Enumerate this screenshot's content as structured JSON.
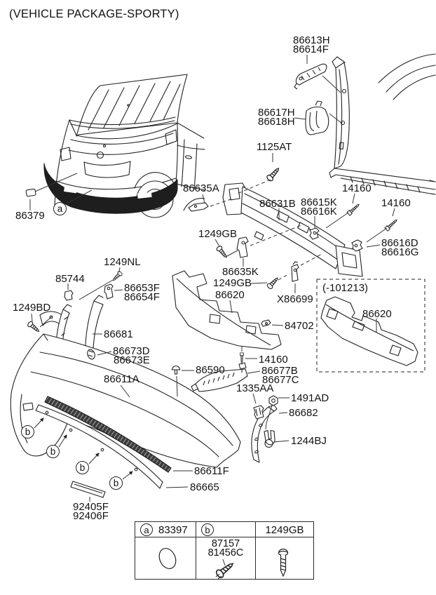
{
  "title": "(VEHICLE PACKAGE-SPORTY)",
  "callouts": {
    "c86613h": "86613H",
    "c86614f": "86614F",
    "c86617h": "86617H",
    "c86618h": "86618H",
    "c1125at": "1125AT",
    "c86635a": "86635A",
    "c86631b": "86631B",
    "c86615k": "86615K",
    "c86616k": "86616K",
    "c14160_1": "14160",
    "c14160_2": "14160",
    "c86616d": "86616D",
    "c86616g": "86616G",
    "c1249gb_1": "1249GB",
    "c86635k": "86635K",
    "c1249gb_2": "1249GB",
    "c86620": "86620",
    "cx86699": "X86699",
    "c84702": "84702",
    "c86379": "86379",
    "c1249nl": "1249NL",
    "c85744": "85744",
    "c86653f": "86653F",
    "c86654f": "86654F",
    "c1249bd": "1249BD",
    "c86681": "86681",
    "c86673d": "86673D",
    "c86673e": "86673E",
    "c86611a": "86611A",
    "c86590": "86590",
    "c14160_3": "14160",
    "c86677b": "86677B",
    "c86677c": "86677C",
    "c1335aa": "1335AA",
    "c1491ad": "1491AD",
    "c86682": "86682",
    "c1244bj": "1244BJ",
    "c86611f": "86611F",
    "c86665": "86665",
    "c92405f": "92405F",
    "c92406f": "92406F"
  },
  "variant_box": {
    "range": "(-101213)",
    "part": "86620"
  },
  "markers": {
    "a": "a",
    "b": "b"
  },
  "ref_table": {
    "marker_a": "a",
    "part_a": "83397",
    "marker_b": "b",
    "part_b_1": "87157",
    "part_b_2": "81456C",
    "part_screw": "1249GB"
  },
  "colors": {
    "line": "#222222",
    "dark_fill": "#1e1e1e",
    "background": "#ffffff"
  }
}
